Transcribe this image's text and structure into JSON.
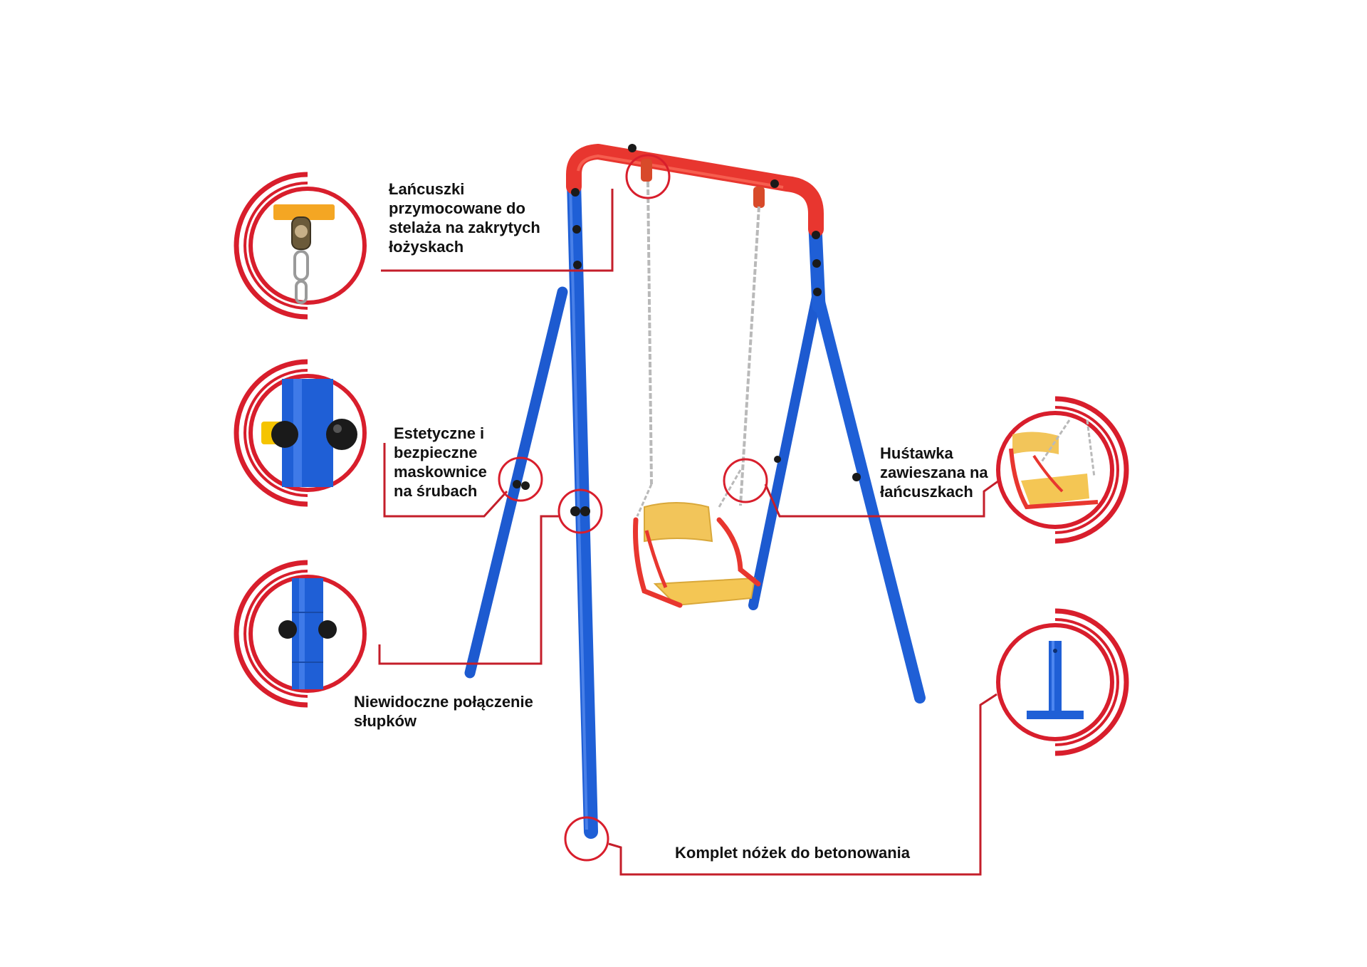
{
  "colors": {
    "accent_red": "#d81e2c",
    "frame_blue": "#1f5fd6",
    "frame_red": "#e8362f",
    "seat_wood": "#f2c55a",
    "chain": "#b9b9b9"
  },
  "callouts": {
    "bearings": {
      "icon": "bearing-chain-hanger-icon",
      "lines": [
        "Łańcuszki",
        "przymocowane do",
        "stelaża na zakrytych",
        "łożyskach"
      ]
    },
    "bolt_covers": {
      "icon": "bolt-cover-caps-icon",
      "lines": [
        "Estetyczne i",
        "bezpieczne",
        "maskownice",
        "na śrubach"
      ]
    },
    "pole_joint": {
      "icon": "hidden-pole-joint-icon",
      "lines": [
        "Niewidoczne połączenie",
        "słupków"
      ]
    },
    "chain_seat": {
      "icon": "chain-hung-seat-icon",
      "lines": [
        "Huśtawka",
        "zawieszana na",
        "łańcuszkach"
      ]
    },
    "concrete_feet": {
      "icon": "concrete-foot-anchor-icon",
      "text": "Komplet nóżek do betonowania"
    }
  }
}
